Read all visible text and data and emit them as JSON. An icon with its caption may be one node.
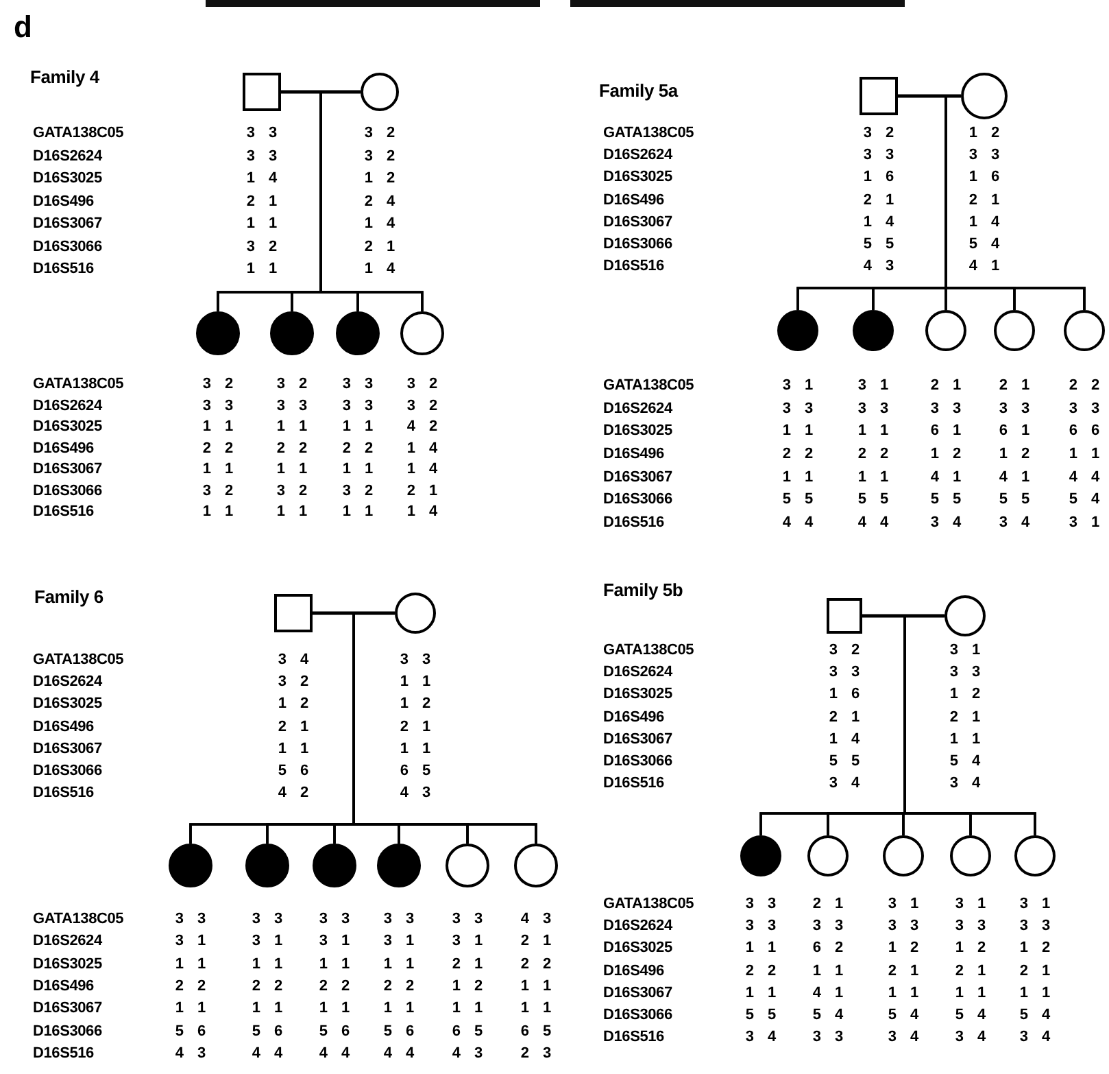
{
  "diagram": {
    "nodes": [
      {
        "text": [],
        "shape": "box",
        "beside": [
          "3 3",
          "3 3",
          "1 4",
          "2 1",
          "1 1",
          "3 2",
          "1 1"
        ]
      },
      {
        "text": [],
        "shape": "circle",
        "beside": [
          "3 2",
          "3 2",
          "1 2",
          "2 4",
          "1 4",
          "2 1",
          "1 4"
        ]
      },
      {
        "text": [],
        "shape": "dot",
        "beside": [
          "3 2",
          "3 3",
          "1 1",
          "2 2",
          "1 1",
          "3 2",
          "1 1"
        ]
      },
      {
        "text": [],
        "shape": "dot",
        "beside": [
          "3 2",
          "3 3",
          "1 1",
          "2 2",
          "1 1",
          "3 2",
          "1 1"
        ]
      },
      {
        "text": [],
        "shape": "dot",
        "beside": [
          "3 3",
          "3 3",
          "1 1",
          "2 2",
          "1 1",
          "3 2",
          "1 1"
        ]
      },
      {
        "text": [],
        "shape": "circle",
        "beside": [
          "3 2",
          "3 2",
          "4 2",
          "1 4",
          "1 4",
          "2 1",
          "1 4"
        ]
      },
      {
        "text": [],
        "shape": "box",
        "beside": [
          "3 2",
          "3 3",
          "1 6",
          "2 1",
          "1 4",
          "5 5",
          "4 3"
        ]
      },
      {
        "text": [],
        "shape": "circle",
        "beside": [
          "1 2",
          "3 3",
          "1 6",
          "2 1",
          "1 4",
          "5 4",
          "4 1"
        ]
      },
      {
        "text": [],
        "shape": "dot",
        "beside": [
          "3 1",
          "3 3",
          "1 1",
          "2 2",
          "1 1",
          "5 5",
          "4 4"
        ]
      },
      {
        "text": [],
        "shape": "dot",
        "beside": [
          "3 1",
          "3 3",
          "1 1",
          "2 2",
          "1 1",
          "5 5",
          "4 4"
        ]
      },
      {
        "text": [],
        "shape": "circle",
        "beside": [
          "2 1",
          "3 3",
          "6 1",
          "1 2",
          "4 1",
          "5 5",
          "3 4"
        ]
      },
      {
        "text": [],
        "shape": "circle",
        "beside": [
          "2 1",
          "3 3",
          "6 1",
          "1 2",
          "4 1",
          "5 5",
          "3 4"
        ]
      },
      {
        "text": [],
        "shape": "circle",
        "beside": [
          "2 2",
          "3 3",
          "6 6",
          "1 1",
          "4 4",
          "5 4",
          "3 1"
        ]
      },
      {
        "text": [],
        "shape": "box",
        "beside": [
          "3 4",
          "3 2",
          "1 2",
          "2 1",
          "1 1",
          "5 6",
          "4 2"
        ]
      },
      {
        "text": [],
        "shape": "circle",
        "beside": [
          "3 3",
          "1 1",
          "1 2",
          "2 1",
          "1 1",
          "6 5",
          "4 3"
        ]
      },
      {
        "text": [],
        "shape": "dot",
        "beside": [
          "3 3",
          "3 1",
          "1 1",
          "2 2",
          "1 1",
          "5 6",
          "4 3"
        ]
      },
      {
        "text": [],
        "shape": "dot",
        "beside": [
          "3 3",
          "3 1",
          "1 1",
          "2 2",
          "1 1",
          "5 6",
          "4 4"
        ]
      },
      {
        "text": [],
        "shape": "dot",
        "beside": [
          "3 3",
          "3 1",
          "1 1",
          "2 2",
          "1 1",
          "5 6",
          "4 4"
        ]
      },
      {
        "text": [],
        "shape": "dot",
        "beside": [
          "3 3",
          "3 1",
          "1 1",
          "2 2",
          "1 1",
          "5 6",
          "4 4"
        ]
      },
      {
        "text": [],
        "shape": "circle",
        "beside": [
          "3 3",
          "3 1",
          "2 1",
          "1 2",
          "1 1",
          "6 5",
          "4 3"
        ]
      },
      {
        "text": [],
        "shape": "circle",
        "beside": [
          "4 3",
          "2 1",
          "2 2",
          "1 1",
          "1 1",
          "6 5",
          "2 3"
        ]
      },
      {
        "text": [],
        "shape": "box",
        "beside": [
          "3 2",
          "3 3",
          "1 6",
          "2 1",
          "1 4",
          "5 5",
          "3 4"
        ]
      },
      {
        "text": [],
        "shape": "circle",
        "beside": [
          "3 1",
          "3 3",
          "1 2",
          "2 1",
          "1 1",
          "5 4",
          "3 4"
        ]
      },
      {
        "text": [],
        "shape": "dot",
        "beside": [
          "3 3",
          "3 3",
          "1 1",
          "2 2",
          "1 1",
          "5 5",
          "3 4"
        ]
      },
      {
        "text": [],
        "shape": "circle",
        "beside": [
          "2 1",
          "3 3",
          "6 2",
          "1 1",
          "4 1",
          "5 4",
          "3 3"
        ]
      },
      {
        "text": [],
        "shape": "circle",
        "beside": [
          "3 1",
          "3 3",
          "1 2",
          "2 1",
          "1 1",
          "5 4",
          "3 4"
        ]
      },
      {
        "text": [],
        "shape": "circle",
        "beside": [
          "3 1",
          "3 3",
          "1 2",
          "2 1",
          "1 1",
          "5 4",
          "3 4"
        ]
      },
      {
        "text": [],
        "shape": "circle",
        "beside": [
          "3 1",
          "3 3",
          "1 2",
          "2 1",
          "1 1",
          "5 4",
          "3 4"
        ]
      }
    ],
    "edges": [
      {
        "from": 0,
        "to": 1,
        "arrow": "none"
      },
      {
        "from": 0,
        "to": 2,
        "arrow": "none"
      },
      {
        "from": 0,
        "to": 3,
        "arrow": "none"
      },
      {
        "from": 0,
        "to": 4,
        "arrow": "none"
      },
      {
        "from": 0,
        "to": 5,
        "arrow": "none"
      },
      {
        "from": 1,
        "to": 2,
        "arrow": "none"
      },
      {
        "from": 1,
        "to": 3,
        "arrow": "none"
      },
      {
        "from": 1,
        "to": 4,
        "arrow": "none"
      },
      {
        "from": 1,
        "to": 5,
        "arrow": "none"
      },
      {
        "from": 6,
        "to": 7,
        "arrow": "none"
      },
      {
        "from": 6,
        "to": 8,
        "arrow": "none"
      },
      {
        "from": 6,
        "to": 9,
        "arrow": "none"
      },
      {
        "from": 6,
        "to": 10,
        "arrow": "none"
      },
      {
        "from": 6,
        "to": 11,
        "arrow": "none"
      },
      {
        "from": 6,
        "to": 12,
        "arrow": "none"
      },
      {
        "from": 7,
        "to": 8,
        "arrow": "none"
      },
      {
        "from": 7,
        "to": 9,
        "arrow": "none"
      },
      {
        "from": 7,
        "to": 10,
        "arrow": "none"
      },
      {
        "from": 7,
        "to": 11,
        "arrow": "none"
      },
      {
        "from": 7,
        "to": 12,
        "arrow": "none"
      },
      {
        "from": 13,
        "to": 14,
        "arrow": "none"
      },
      {
        "from": 13,
        "to": 15,
        "arrow": "none"
      },
      {
        "from": 13,
        "to": 16,
        "arrow": "none"
      },
      {
        "from": 13,
        "to": 17,
        "arrow": "none"
      },
      {
        "from": 13,
        "to": 18,
        "arrow": "none"
      },
      {
        "from": 13,
        "to": 19,
        "arrow": "none"
      },
      {
        "from": 13,
        "to": 20,
        "arrow": "none"
      },
      {
        "from": 14,
        "to": 15,
        "arrow": "none"
      },
      {
        "from": 14,
        "to": 16,
        "arrow": "none"
      },
      {
        "from": 14,
        "to": 17,
        "arrow": "none"
      },
      {
        "from": 14,
        "to": 18,
        "arrow": "none"
      },
      {
        "from": 14,
        "to": 19,
        "arrow": "none"
      },
      {
        "from": 14,
        "to": 20,
        "arrow": "none"
      },
      {
        "from": 21,
        "to": 22,
        "arrow": "none"
      },
      {
        "from": 21,
        "to": 23,
        "arrow": "none"
      },
      {
        "from": 21,
        "to": 24,
        "arrow": "none"
      },
      {
        "from": 21,
        "to": 25,
        "arrow": "none"
      },
      {
        "from": 21,
        "to": 26,
        "arrow": "none"
      },
      {
        "from": 21,
        "to": 27,
        "arrow": "none"
      },
      {
        "from": 22,
        "to": 23,
        "arrow": "none"
      },
      {
        "from": 22,
        "to": 24,
        "arrow": "none"
      },
      {
        "from": 22,
        "to": 25,
        "arrow": "none"
      },
      {
        "from": 22,
        "to": 26,
        "arrow": "none"
      },
      {
        "from": 22,
        "to": 27,
        "arrow": "none"
      }
    ],
    "labels": [
      "d",
      "Family 4",
      "GATA138C05",
      "D16S2624",
      "D16S3025",
      "D16S496",
      "D16S3067",
      "D16S3066",
      "D16S516",
      "GATA138C05",
      "D16S2624",
      "D16S3025",
      "D16S496",
      "D16S3067",
      "D16S3066",
      "D16S516",
      "Family 5a",
      "GATA138C05",
      "D16S2624",
      "D16S3025",
      "D16S496",
      "D16S3067",
      "D16S3066",
      "D16S516",
      "GATA138C05",
      "D16S2624",
      "D16S3025",
      "D16S496",
      "D16S3067",
      "D16S3066",
      "D16S516",
      "Family 6",
      "GATA138C05",
      "D16S2624",
      "D16S3025",
      "D16S496",
      "D16S3067",
      "D16S3066",
      "D16S516",
      "GATA138C05",
      "D16S2624",
      "D16S3025",
      "D16S496",
      "D16S3067",
      "D16S3066",
      "D16S516",
      "Family 5b",
      "GATA138C05",
      "D16S2624",
      "D16S3025",
      "D16S496",
      "D16S3067",
      "D16S3066",
      "D16S516",
      "GATA138C05",
      "D16S2624",
      "D16S3025",
      "D16S496",
      "D16S3067",
      "D16S3066",
      "D16S516"
    ]
  }
}
